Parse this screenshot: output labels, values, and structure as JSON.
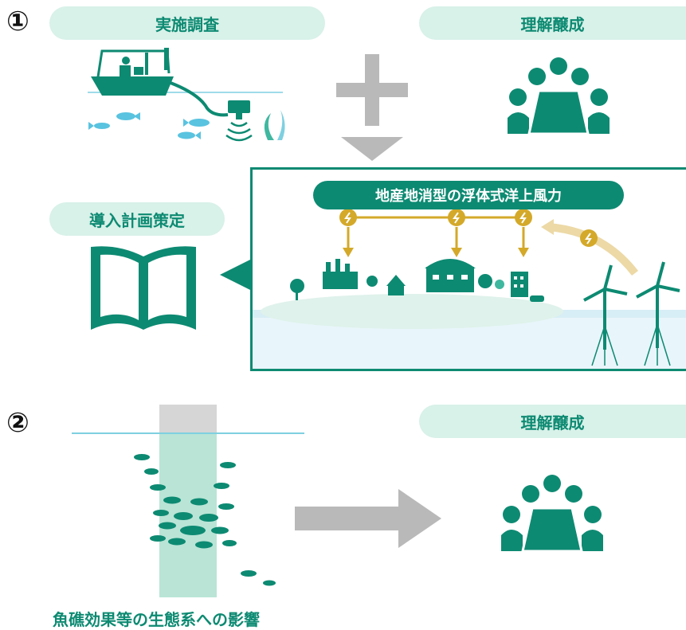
{
  "section1": {
    "number": "①",
    "survey_label": "実施調査",
    "understanding_label": "理解醸成",
    "plan_label": "導入計画策定",
    "offshore_label": "地産地消型の浮体式洋上風力"
  },
  "section2": {
    "number": "②",
    "understanding_label": "理解醸成",
    "ecosystem_caption": "魚礁効果等の生態系への影響"
  },
  "colors": {
    "primary_green": "#0d8a72",
    "pale_green": "#d8f1e9",
    "gold": "#d4a92a",
    "gray": "#b9b9b9",
    "water": "#bfe6f2"
  },
  "icons": [
    "survey-boat-icon",
    "plus-icon",
    "arrow-down-icon",
    "meeting-icon",
    "book-icon",
    "lightning-icon",
    "wind-turbine-icon",
    "fish-reef-icon",
    "arrow-right-icon"
  ]
}
